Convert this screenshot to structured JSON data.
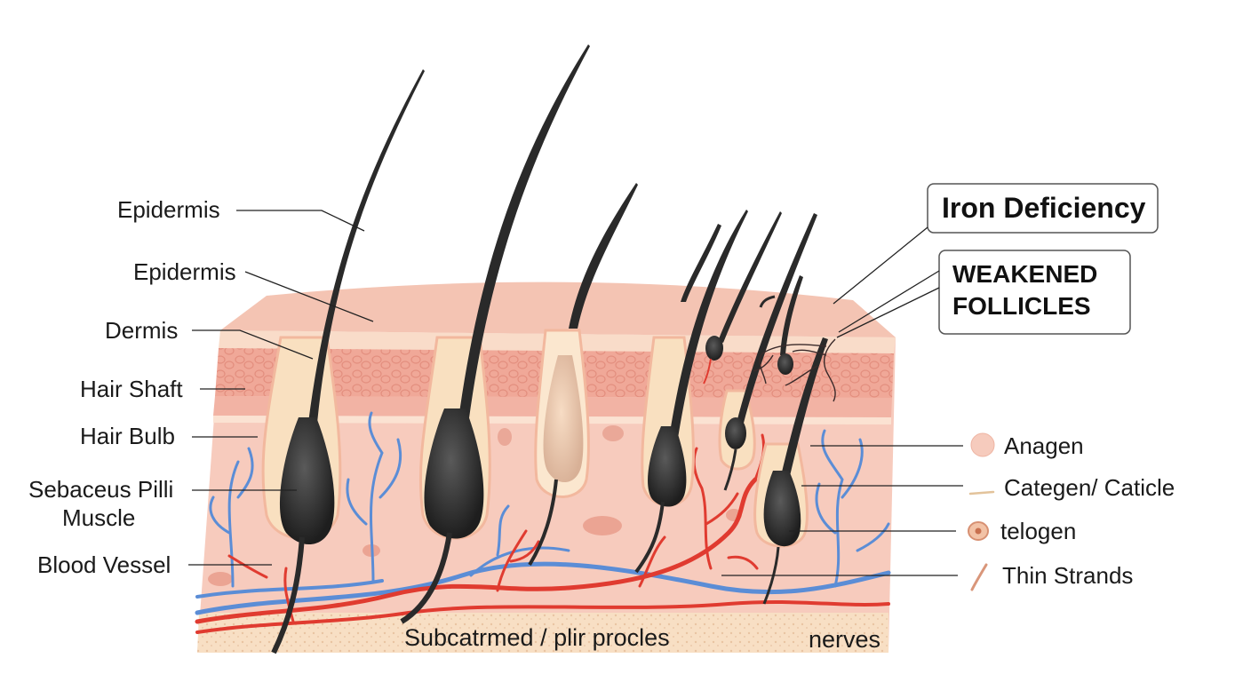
{
  "left_labels": [
    "Epidermis",
    "Epidermis",
    "Dermis",
    "Hair Shaft",
    "Hair Bulb",
    "Sebaceus Pilli",
    "Muscle",
    "Blood Vessel"
  ],
  "callouts": {
    "iron_deficiency": "Iron Deficiency",
    "weakened_line1": "WEAKENED",
    "weakened_line2": "FOLLICLES"
  },
  "legend": [
    {
      "label": "Anagen",
      "icon": "pink-circle-icon",
      "color": "#f6cbbd"
    },
    {
      "label": "Categen/ Caticle",
      "icon": "tan-line-icon",
      "color": "#e8c9a0"
    },
    {
      "label": "telogen",
      "icon": "ringed-dot-icon",
      "color": "#e7a584"
    },
    {
      "label": "Thin Strands",
      "icon": "thin-strand-icon",
      "color": "#d9967a"
    }
  ],
  "bottom_labels": {
    "subcutaneous": "Subcatrmed / plir procles",
    "nerves": "nerves"
  },
  "colors": {
    "skin_surface": "#f5c4b4",
    "epidermis_band": "#f4b5a6",
    "dermis": "#f7c9bb",
    "subcutaneous": "#f8dfc4",
    "hair": "#2a2a2a",
    "artery": "#e03b30",
    "vein": "#5b8dd6",
    "follicle_sheath": "#f9e0c0"
  }
}
